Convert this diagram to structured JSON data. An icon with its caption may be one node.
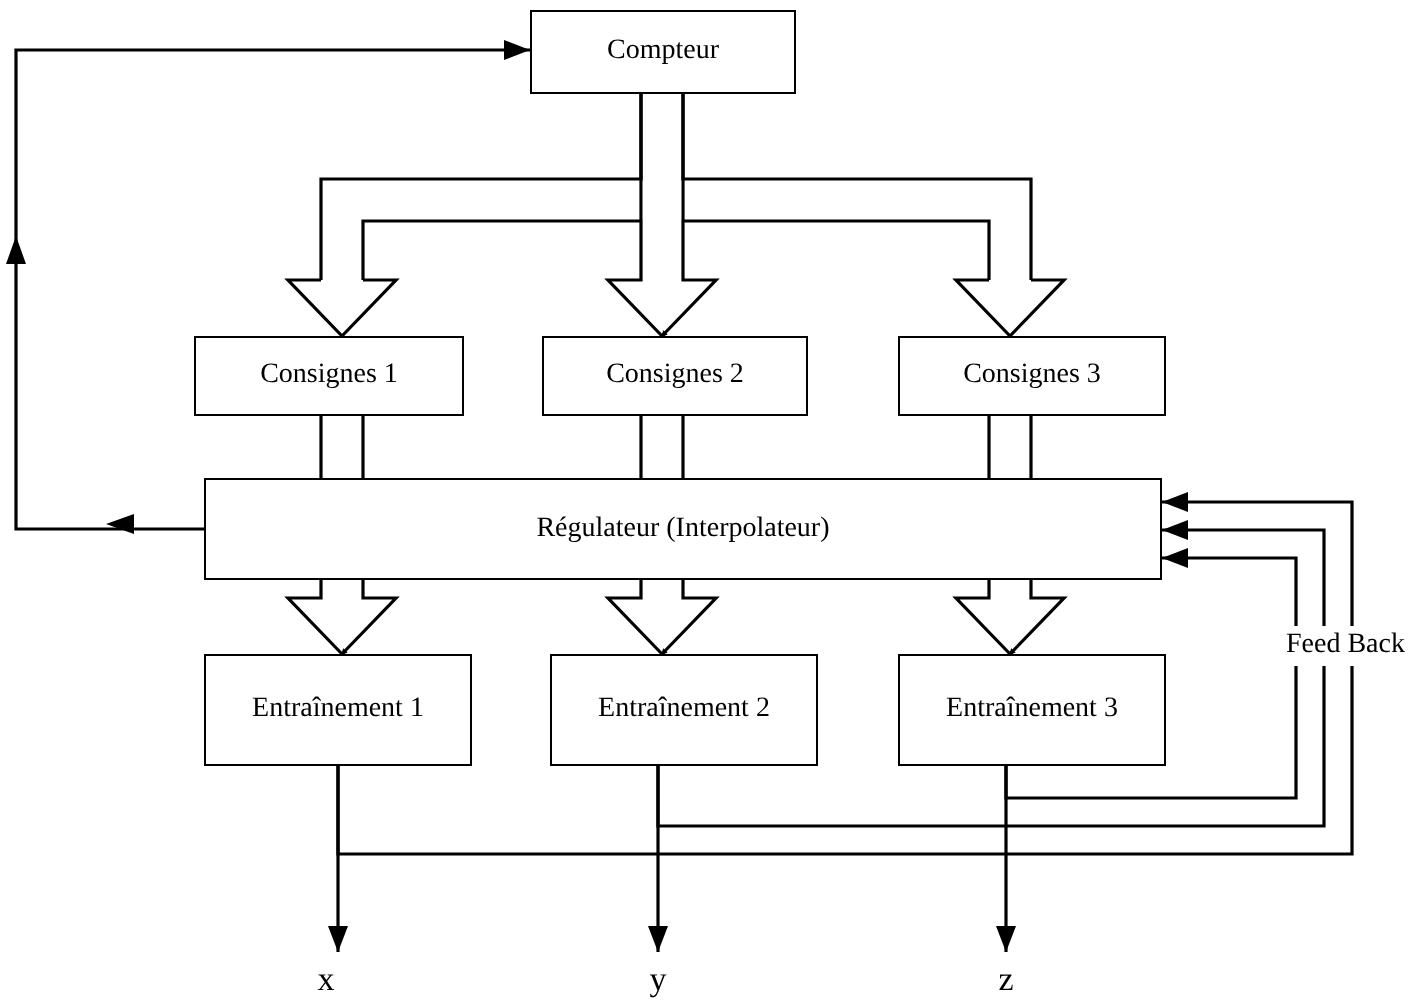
{
  "diagram": {
    "nodes": [
      {
        "text": [
          "Compteur"
        ]
      },
      {
        "text": [
          "Consignes 1"
        ]
      },
      {
        "text": [
          "Consignes 2"
        ]
      },
      {
        "text": [
          "Consignes 3"
        ]
      },
      {
        "text": [
          "Régulateur (Interpolateur)"
        ]
      },
      {
        "text": [
          "Entraînement 1"
        ]
      },
      {
        "text": [
          "Entraînement 2"
        ]
      },
      {
        "text": [
          "Entraînement 3"
        ]
      },
      {
        "text": [
          "x"
        ]
      },
      {
        "text": [
          "y"
        ]
      },
      {
        "text": [
          "z"
        ]
      }
    ],
    "edges": [
      {
        "from": 0,
        "to": 1,
        "arrow": "to"
      },
      {
        "from": 0,
        "to": 2,
        "arrow": "to"
      },
      {
        "from": 0,
        "to": 3,
        "arrow": "to"
      },
      {
        "from": 1,
        "to": 4,
        "arrow": "none"
      },
      {
        "from": 2,
        "to": 4,
        "arrow": "none"
      },
      {
        "from": 3,
        "to": 4,
        "arrow": "none"
      },
      {
        "from": 4,
        "to": 5,
        "arrow": "to"
      },
      {
        "from": 4,
        "to": 6,
        "arrow": "to"
      },
      {
        "from": 4,
        "to": 7,
        "arrow": "to"
      },
      {
        "from": 5,
        "to": 8,
        "arrow": "to"
      },
      {
        "from": 6,
        "to": 9,
        "arrow": "to"
      },
      {
        "from": 7,
        "to": 10,
        "arrow": "to"
      },
      {
        "from": 7,
        "to": 4,
        "arrow": "to"
      },
      {
        "from": 6,
        "to": 4,
        "arrow": "to"
      },
      {
        "from": 5,
        "to": 4,
        "arrow": "to"
      },
      {
        "from": 4,
        "to": 0,
        "arrow": "to"
      }
    ],
    "labels": [
      "Feed Back"
    ]
  }
}
